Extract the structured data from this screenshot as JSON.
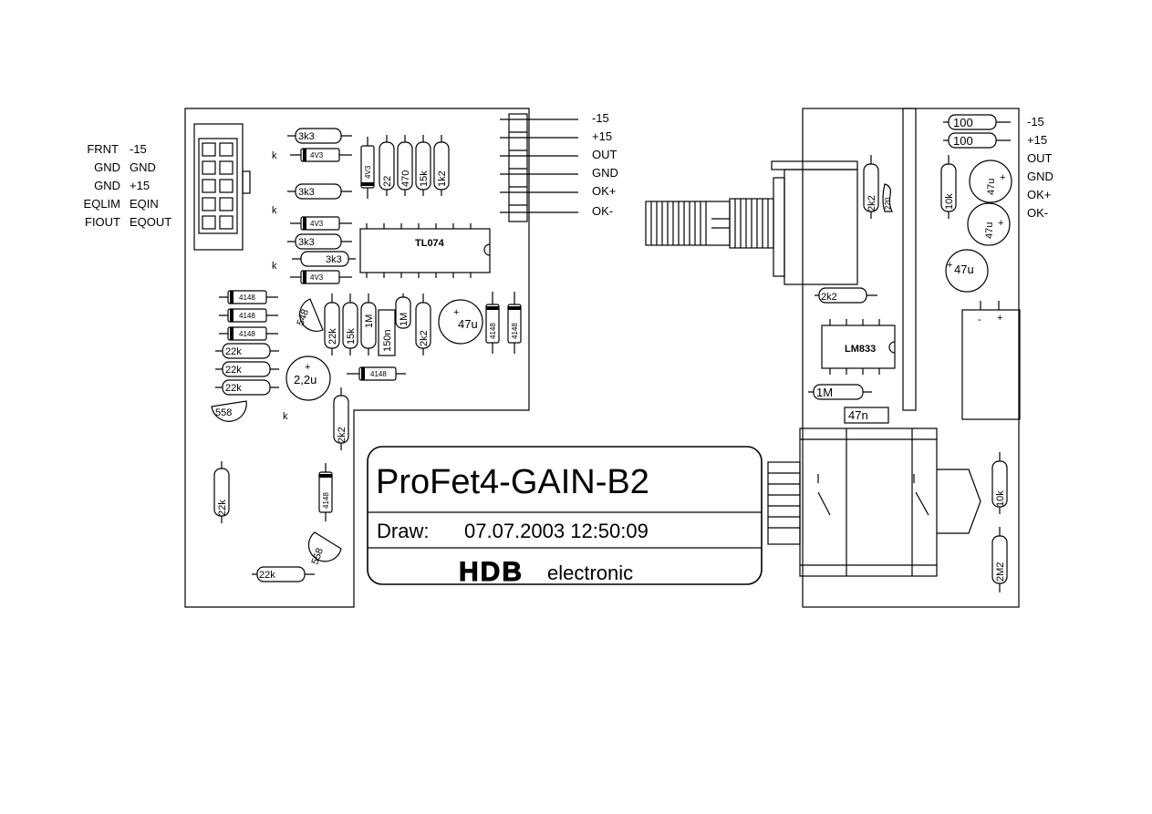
{
  "left_connector_labels": [
    {
      "a": "FRNT",
      "b": "-15"
    },
    {
      "a": "GND",
      "b": "GND"
    },
    {
      "a": "GND",
      "b": "+15"
    },
    {
      "a": "EQLIM",
      "b": "EQIN"
    },
    {
      "a": "FIOUT",
      "b": "EQOUT"
    }
  ],
  "header_pins_left": [
    "-15",
    "+15",
    "OUT",
    "GND",
    "OK+",
    "OK-"
  ],
  "header_pins_right": [
    "-15",
    "+15",
    "OUT",
    "GND",
    "OK+",
    "OK-"
  ],
  "ics": {
    "left": "TL074",
    "right": "LM833"
  },
  "components_left": {
    "r_3k3_a": "3k3",
    "d_4v3_a": "4V3",
    "z_4v3_v": "4V3",
    "r_22": "22",
    "r_470": "470",
    "r_15k": "15k",
    "r_1k2": "1k2",
    "r_3k3_b": "3k3",
    "d_4v3_b": "4V3",
    "r_3k3_c": "3k3",
    "r_3k3_d": "3k3",
    "d_4v3_c": "4V3",
    "k1": "k",
    "k2": "k",
    "k3": "k",
    "k4": "k",
    "d_4148_a": "4148",
    "d_4148_b": "4148",
    "d_4148_c": "4148",
    "r_22k_a": "22k",
    "r_22k_b": "22k",
    "r_22k_c": "22k",
    "t_548": "548",
    "t_558_a": "558",
    "t_558_b": "558",
    "r_22k_v": "22k",
    "r_15k_v": "15k",
    "r_1m_a": "1M",
    "c_150n": "150n",
    "r_1m_b": "1M",
    "r_2k2_v": "2k2",
    "c_47u": "47u",
    "d_4148_v1": "4148",
    "d_4148_v2": "4148",
    "c_2_2u": "2,2u",
    "d_4148_h": "4148",
    "r_2k2_b": "2k2",
    "r_22k_low": "22k",
    "d_4148_low": "4148",
    "r_22k_bot": "22k"
  },
  "components_right": {
    "r_100_a": "100",
    "r_100_b": "100",
    "r_10k_a": "10k",
    "c_47u_a": "47u",
    "c_47u_b": "47u",
    "c_47u_c": "47u",
    "r_2k2_v": "2k2",
    "r_2k2_h": "2k2",
    "r_1m": "1M",
    "c_47n": "47n",
    "r_10k_b": "10k",
    "r_2m2": "2M2",
    "tiny_part": "220"
  },
  "title_block": {
    "title": "ProFet4-GAIN-B2",
    "draw_label": "Draw:",
    "draw_value": "07.07.2003 12:50:09",
    "brand": "HDB",
    "brand_suffix": "electronic"
  },
  "polarity": {
    "plus": "+",
    "minus": "-"
  }
}
